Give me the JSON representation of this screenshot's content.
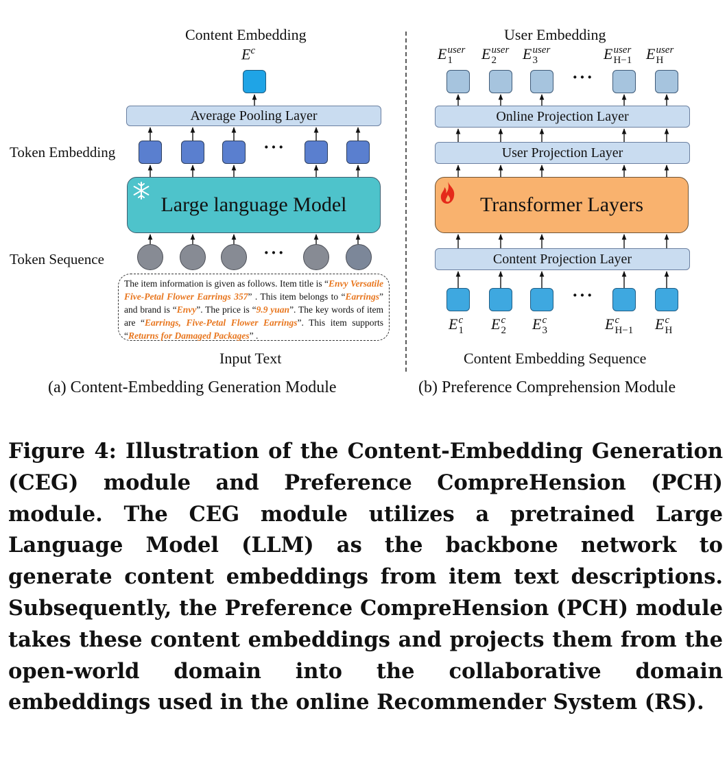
{
  "left": {
    "top_title": "Content Embedding",
    "top_symbol": "E",
    "top_symbol_sup": "c",
    "pooling_label": "Average Pooling Layer",
    "token_embedding_label": "Token Embedding",
    "llm_label": "Large language Model",
    "llm_icon": "snowflake-icon",
    "token_sequence_label": "Token Sequence",
    "dots": "···",
    "input_text": {
      "parts": [
        {
          "t": "The item information is given as follows. Item title is  “",
          "h": false
        },
        {
          "t": "Envy Versatile Five-Petal Flower Earrings 357",
          "h": true
        },
        {
          "t": "” . This item belongs to “",
          "h": false
        },
        {
          "t": "Earrings",
          "h": true
        },
        {
          "t": "” and brand is “",
          "h": false
        },
        {
          "t": "Envy",
          "h": true
        },
        {
          "t": "”. The price is “",
          "h": false
        },
        {
          "t": "9.9 yuan",
          "h": true
        },
        {
          "t": "”. The key words of item are “",
          "h": false
        },
        {
          "t": "Earrings, Five-Petal Flower Earrings",
          "h": true
        },
        {
          "t": "”. This item supports “",
          "h": false
        },
        {
          "t": "Returns for Damaged Packages",
          "h": true
        },
        {
          "t": "” .",
          "h": false
        }
      ]
    },
    "bottom_label": "Input Text",
    "caption": "(a)  Content-Embedding Generation Module"
  },
  "right": {
    "top_title": "User Embedding",
    "user_symbols": [
      {
        "sub": "1",
        "sup": "user"
      },
      {
        "sub": "2",
        "sup": "user"
      },
      {
        "sub": "3",
        "sup": "user"
      },
      {
        "sub": "H−1",
        "sup": "user"
      },
      {
        "sub": "H",
        "sup": "user"
      }
    ],
    "online_label": "Online Projection Layer",
    "user_proj_label": "User Projection Layer",
    "transformer_label": "Transformer Layers",
    "transformer_icon": "flame-icon",
    "content_proj_label": "Content Projection Layer",
    "content_symbols": [
      {
        "sub": "1",
        "sup": "c"
      },
      {
        "sub": "2",
        "sup": "c"
      },
      {
        "sub": "3",
        "sup": "c"
      },
      {
        "sub": "H−1",
        "sup": "c"
      },
      {
        "sub": "H",
        "sup": "c"
      }
    ],
    "symbol_base": "E",
    "dots": "···",
    "bottom_label": "Content Embedding Sequence",
    "caption": "(b)   Preference Comprehension Module"
  },
  "figure_caption": "Figure 4: Illustration of the Content-Embedding Generation (CEG) module and Preference CompreHension (PCH) module. The CEG module utilizes a pretrained Large Language Model (LLM) as the backbone network to generate content embeddings from item text descriptions. Subsequently, the Preference CompreHension (PCH) module takes these content embeddings and projects them from the open-world domain into the collaborative domain embeddings used in the online Recommender System (RS).",
  "colors": {
    "llm_fill": "#4ec3cb",
    "transformer_fill": "#f9b26e",
    "layer_fill": "#c9dcf0",
    "highlight": "#e8761e"
  }
}
